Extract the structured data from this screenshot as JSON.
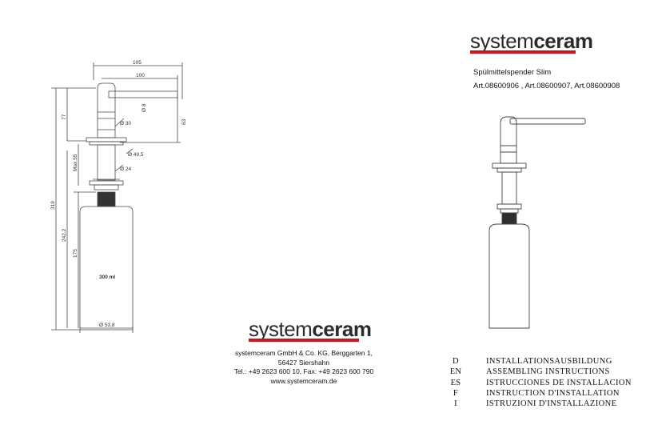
{
  "brand": {
    "light": "system",
    "bold": "ceram",
    "accent_color": "#d4121c"
  },
  "product": {
    "name": "Spülmittelspender Slim",
    "articles": "Art.08600906 , Art.08600907, Art.08600908"
  },
  "company": {
    "line1": "systemceram GmbH & Co. KG, Berggarten 1,",
    "line2": "56427 Siershahn",
    "line3": "Tel.: +49 2623 600 10, Fax: +49 2623 600 790",
    "line4": "www.systemceram.de"
  },
  "languages": [
    {
      "code": "D",
      "text": "INSTALLATIONSAUSBILDUNG"
    },
    {
      "code": "EN",
      "text": "ASSEMBLING INSTRUCTIONS"
    },
    {
      "code": "ES",
      "text": "ISTRUCCIONES DE INSTALLACION"
    },
    {
      "code": "F",
      "text": "INSTRUCTION D'INSTALLATION"
    },
    {
      "code": "I",
      "text": "ISTRUZIONI D'INSTALLAZIONE"
    }
  ],
  "drawing": {
    "dim_105": "105",
    "dim_100": "100",
    "dim_d8": "Ø 8",
    "dim_63": "63",
    "dim_77": "77",
    "dim_d30": "Ø 30",
    "dim_d49": "Ø 49,5",
    "dim_max55": "Max.55",
    "dim_d24": "Ø 24",
    "dim_319": "319",
    "dim_242": "242,2",
    "dim_175": "175",
    "volume": "300 ml",
    "dim_d53": "Ø 53,8"
  }
}
